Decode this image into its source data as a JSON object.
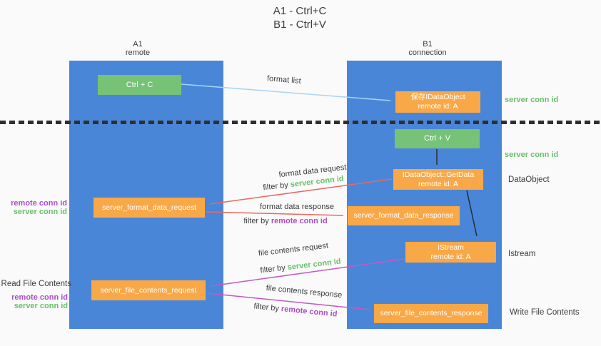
{
  "title": {
    "line1": "A1 - Ctrl+C",
    "line2": "B1 - Ctrl+V"
  },
  "lanes": {
    "a1": {
      "name": "A1",
      "role": "remote"
    },
    "b1": {
      "name": "B1",
      "role": "connection"
    }
  },
  "terms": {
    "server_conn_id": "server conn id",
    "remote_conn_id": "remote conn id",
    "filter_by": "filter by "
  },
  "boxes": {
    "ctrl_c": {
      "label": "Ctrl + C"
    },
    "save_idataobject": {
      "line1": "保存IDataObject",
      "line2": "remote id: A"
    },
    "ctrl_v": {
      "label": "Ctrl + V"
    },
    "getdata": {
      "line1": "IDataObject::GetData",
      "line2": "remote id: A"
    },
    "format_request": {
      "label": "server_format_data_request"
    },
    "format_response": {
      "label": "server_format_data_response"
    },
    "istream": {
      "line1": "IStream",
      "line2": "remote id: A"
    },
    "file_request": {
      "label": "server_file_contents_request"
    },
    "file_response": {
      "label": "server_file_contents_response"
    }
  },
  "edge_labels": {
    "format_list": "format list",
    "format_data_request": "format data request",
    "format_data_response": "format data response",
    "file_contents_request": "file contents request",
    "file_contents_response": "file contents response"
  },
  "side_labels": {
    "dataobject": "DataObject",
    "istream": "Istream",
    "read_file_contents": "Read File Contents",
    "write_file_contents": "Write File Contents"
  },
  "colors": {
    "lane-blue": "#4a86d8",
    "box-green": "#76c276",
    "box-orange": "#f9a847",
    "arrow-blue": "#a8d4f2",
    "arrow-red": "#e9695f",
    "arrow-magenta": "#c25ac2",
    "arrow-black": "#2b2b2b",
    "text-dark": "#3d3d3d",
    "text-green": "#6abf6b",
    "text-purple": "#ab4fc6",
    "background": "#fafafa"
  }
}
